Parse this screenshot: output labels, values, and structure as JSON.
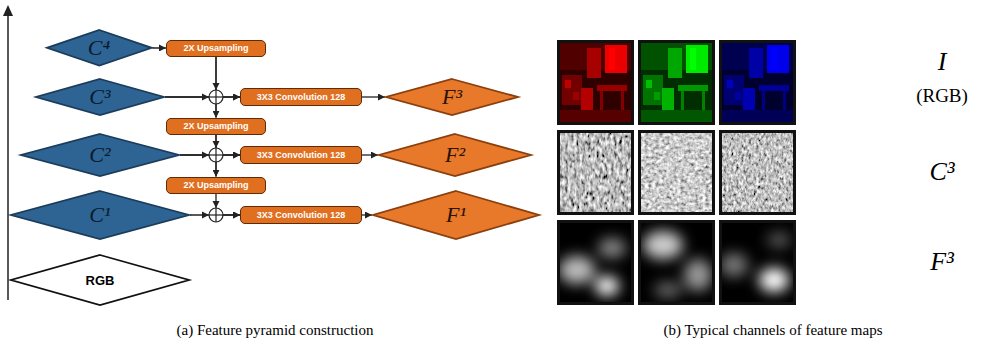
{
  "diagram": {
    "nodes": [
      {
        "text": [
          "C⁴"
        ]
      },
      {
        "text": [
          "2X Upsampling"
        ]
      },
      {
        "text": [
          "C³"
        ]
      },
      {
        "text": [
          "3X3 Convolution 128"
        ]
      },
      {
        "text": [
          "F³"
        ]
      },
      {
        "text": [
          "2X Upsampling"
        ]
      },
      {
        "text": [
          "C²"
        ]
      },
      {
        "text": [
          "3X3 Convolution 128"
        ]
      },
      {
        "text": [
          "F²"
        ]
      },
      {
        "text": [
          "2X Upsampling"
        ]
      },
      {
        "text": [
          "C¹"
        ]
      },
      {
        "text": [
          "3X3 Convolution 128"
        ]
      },
      {
        "text": [
          "F¹"
        ]
      },
      {
        "text": [
          "RGB"
        ]
      }
    ],
    "edges": [
      {
        "from": 0,
        "to": 1,
        "arrow": "to"
      },
      {
        "from": 1,
        "to": 3,
        "arrow": "to"
      },
      {
        "from": 1,
        "to": 5,
        "arrow": "to"
      },
      {
        "from": 2,
        "to": 3,
        "arrow": "to"
      },
      {
        "from": 2,
        "to": 5,
        "arrow": "to"
      },
      {
        "from": 3,
        "to": 4,
        "arrow": "to"
      },
      {
        "from": 5,
        "to": 7,
        "arrow": "to"
      },
      {
        "from": 5,
        "to": 9,
        "arrow": "to"
      },
      {
        "from": 6,
        "to": 7,
        "arrow": "to"
      },
      {
        "from": 6,
        "to": 9,
        "arrow": "to"
      },
      {
        "from": 7,
        "to": 8,
        "arrow": "to"
      },
      {
        "from": 9,
        "to": 11,
        "arrow": "to"
      },
      {
        "from": 10,
        "to": 11,
        "arrow": "to"
      },
      {
        "from": 11,
        "to": 12,
        "arrow": "to"
      }
    ],
    "labels": [
      "I",
      "(RGB)",
      "C³",
      "F³",
      "(a) Feature pyramid construction",
      "(b) Typical channels of feature maps"
    ]
  }
}
